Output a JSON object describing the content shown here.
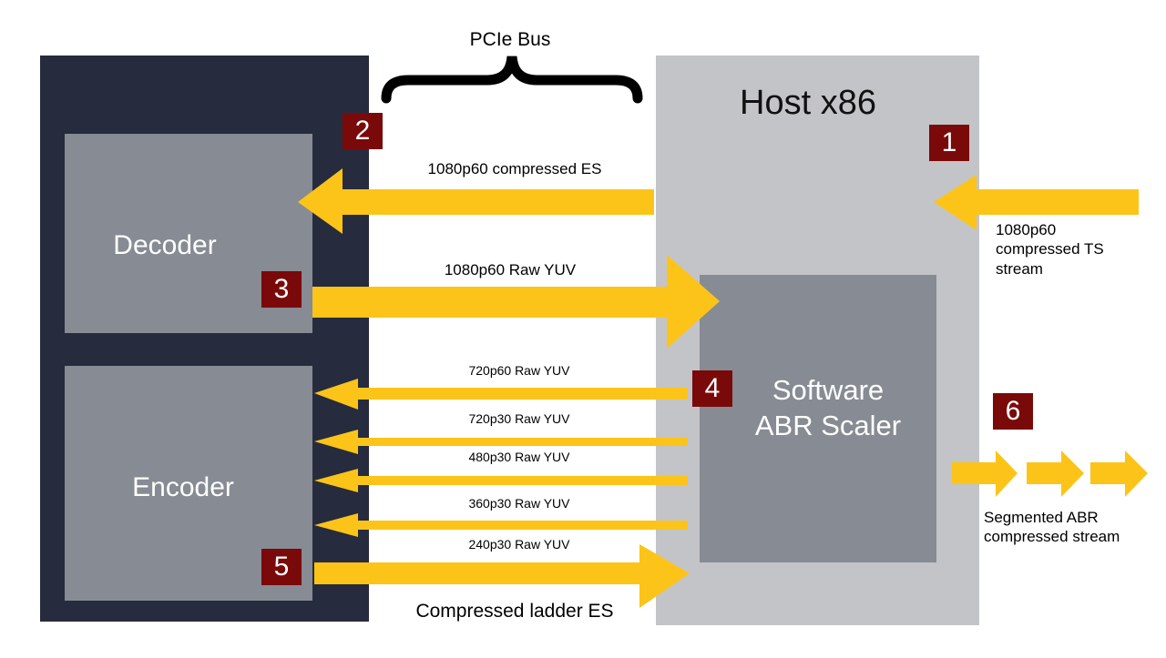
{
  "bus_label": "PCIe Bus",
  "host_title": "Host x86",
  "blocks": {
    "decoder": "Decoder",
    "encoder": "Encoder",
    "scaler_line1": "Software",
    "scaler_line2": "ABR Scaler"
  },
  "badges": [
    "1",
    "2",
    "3",
    "4",
    "5",
    "6"
  ],
  "flows": {
    "compressed_es": "1080p60 compressed ES",
    "input_line1": "1080p60",
    "input_line2": "compressed TS",
    "input_line3": "stream",
    "raw_1080": "1080p60 Raw YUV",
    "raw_720p60": "720p60 Raw YUV",
    "raw_720p30": "720p30 Raw YUV",
    "raw_480p30": "480p30 Raw YUV",
    "raw_360p30": "360p30 Raw YUV",
    "raw_240p30": "240p30 Raw YUV",
    "ladder": "Compressed ladder ES",
    "output_line1": "Segmented ABR",
    "output_line2": "compressed stream"
  },
  "colors": {
    "arrow": "#fcc419",
    "device": "#262b3e",
    "host": "#c3c4c8",
    "block": "#878b93",
    "badge": "#7a0a0a"
  }
}
